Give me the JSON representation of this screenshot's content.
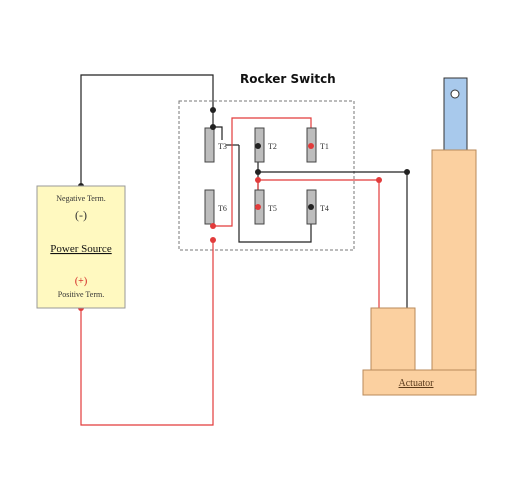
{
  "title": "Rocker Switch",
  "colors": {
    "black_wire": "#222222",
    "red_wire": "#e23b3b",
    "terminal_fill": "#bdbdbd",
    "power_fill": "#fff9c0",
    "actuator_fill": "#fbd0a0",
    "actuator_edge": "#b88a5a",
    "rod_fill": "#a8c9ec",
    "power_text_red": "#d01818"
  },
  "switch": {
    "terminals": [
      "T3",
      "T2",
      "T1",
      "T6",
      "T5",
      "T4"
    ]
  },
  "power_source": {
    "negative_label": "Negative Term.",
    "negative_symbol": "(-)",
    "name": "Power Source",
    "positive_symbol": "(+)",
    "positive_label": "Positive Term."
  },
  "actuator": {
    "label": "Actuator"
  }
}
